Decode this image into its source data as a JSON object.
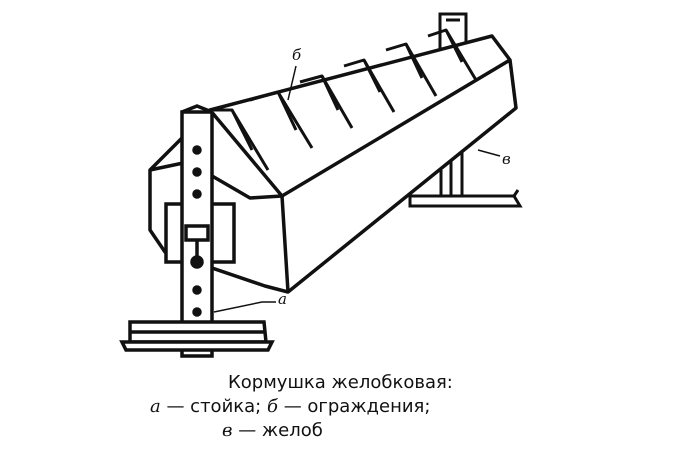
{
  "figure": {
    "labels": {
      "a": "а",
      "b": "б",
      "v": "в"
    }
  },
  "caption": {
    "title": "Кормушка желобковая:",
    "items": [
      {
        "letter": "а",
        "text": " — стойка; "
      },
      {
        "letter": "б",
        "text": " — ограждения;"
      },
      {
        "letter": "в",
        "text": " — желоб"
      }
    ]
  }
}
